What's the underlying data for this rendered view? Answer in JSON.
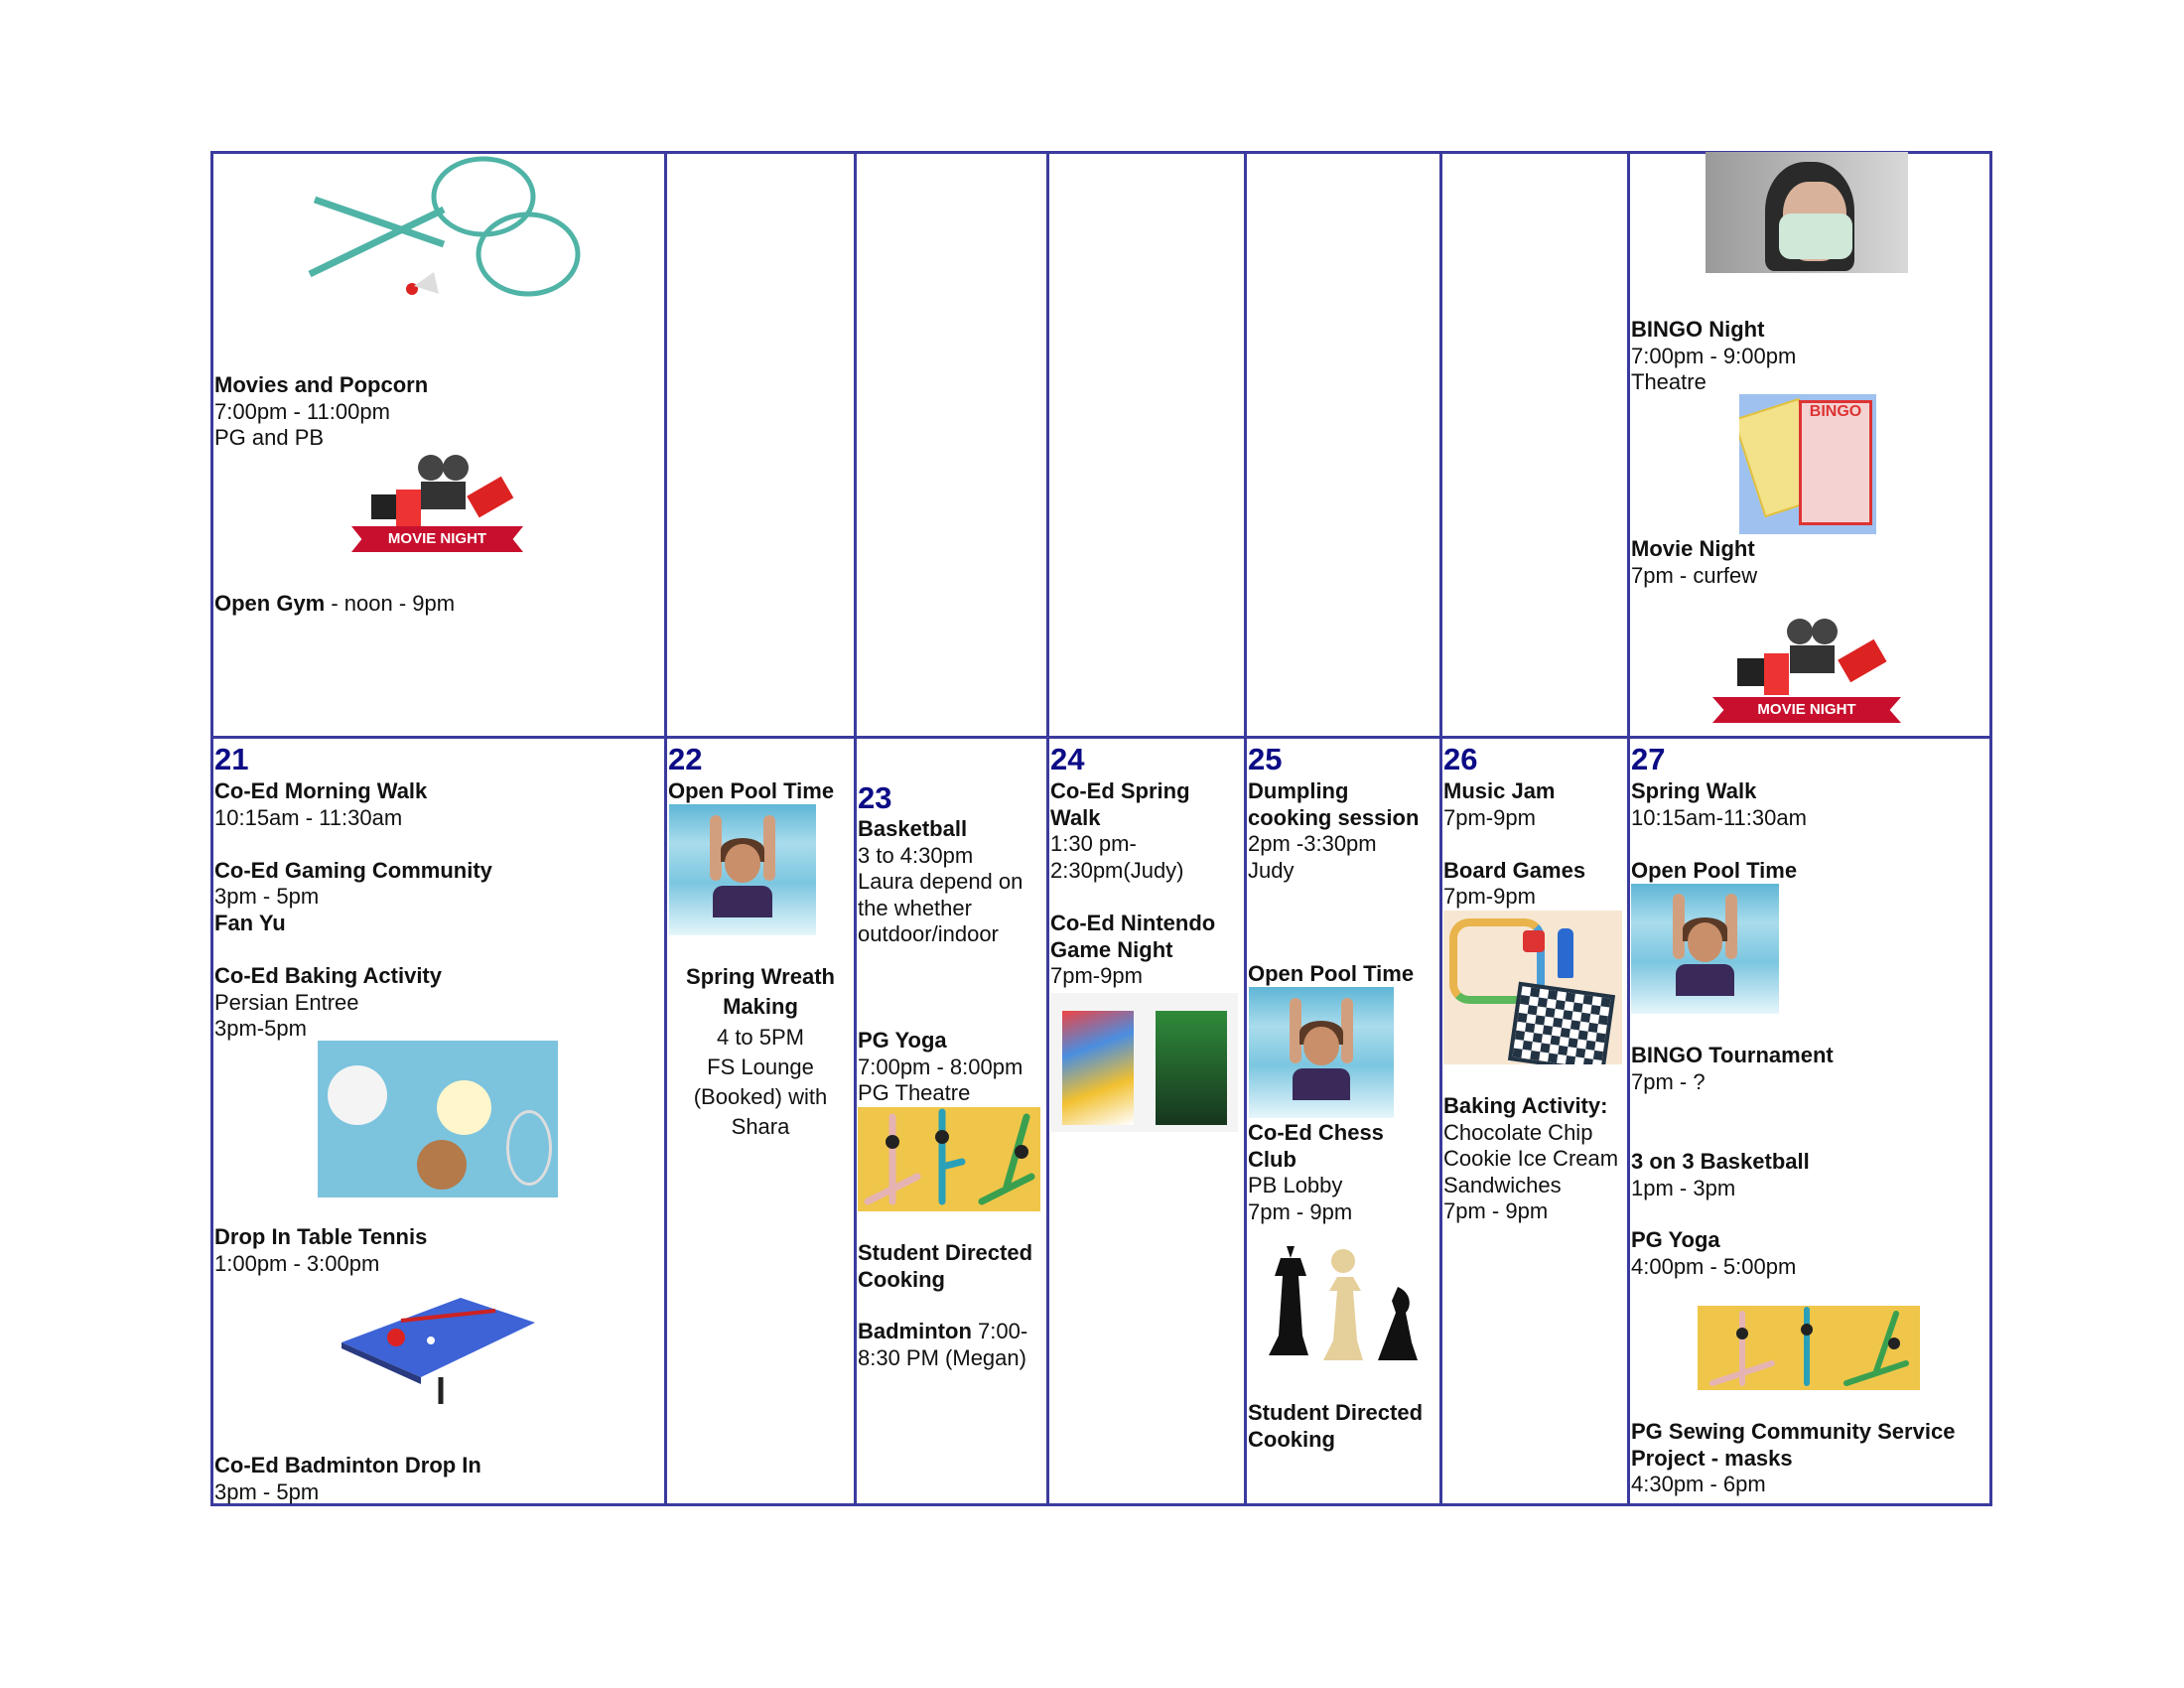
{
  "calendar": {
    "days": [
      "21",
      "22",
      "23",
      "24",
      "25",
      "26",
      "27"
    ],
    "top_first": {
      "movies": [
        {
          "bold": "Movies and Popcorn"
        },
        {
          "text": "7:00pm - 11:00pm"
        },
        {
          "text": "PG and PB"
        }
      ],
      "gym": [
        {
          "bold": "Open Gym",
          "text": " - noon - 9pm"
        }
      ],
      "movie_banner": "MOVIE NIGHT"
    },
    "top_last": {
      "bingo": [
        {
          "bold": "BINGO Night"
        },
        {
          "text": "7:00pm - 9:00pm"
        },
        {
          "text": "Theatre"
        }
      ],
      "movie": [
        {
          "bold": "Movie Night"
        },
        {
          "text": "7pm - curfew"
        }
      ],
      "bingo_card": "BINGO",
      "movie_banner": "MOVIE NIGHT"
    },
    "d21": {
      "g1": [
        {
          "bold": "Co-Ed Morning Walk"
        },
        {
          "text": "10:15am - 11:30am"
        },
        {},
        {
          "bold": "Co-Ed Gaming Community"
        },
        {
          "text": "3pm - 5pm"
        },
        {
          "bold": "Fan Yu"
        },
        {},
        {
          "bold": "Co-Ed Baking Activity"
        },
        {
          "text": "Persian Entree"
        },
        {
          "text": "3pm-5pm"
        }
      ],
      "g2": [
        {
          "bold": "Drop In Table Tennis"
        },
        {
          "text": "1:00pm - 3:00pm"
        }
      ],
      "g3": [
        {
          "bold": "Co-Ed Badminton Drop In"
        },
        {
          "text": "3pm - 5pm"
        }
      ]
    },
    "d22": {
      "g1": [
        {
          "bold": "Open Pool Time"
        }
      ],
      "g2": [
        {
          "bold": "Spring Wreath"
        },
        {
          "bold": "Making"
        },
        {
          "text": "4 to 5PM"
        },
        {
          "text": "FS Lounge"
        },
        {
          "text": "(Booked) with"
        },
        {
          "text": "Shara"
        }
      ]
    },
    "d23": {
      "g1": [
        {
          "bold": "Basketball"
        },
        {
          "text": "3 to 4:30pm"
        },
        {
          "text": "Laura depend on"
        },
        {
          "text": "the whether"
        },
        {
          "text": "outdoor/indoor"
        }
      ],
      "g2": [
        {
          "bold": "PG Yoga"
        },
        {
          "text": "7:00pm - 8:00pm"
        },
        {
          "text": "PG Theatre"
        }
      ],
      "g3": [
        {
          "bold": "Student Directed"
        },
        {
          "bold": "Cooking"
        }
      ],
      "g4": [
        {
          "bold": "Badminton",
          "text": " 7:00-"
        },
        {
          "text": "8:30 PM  (Megan)"
        }
      ]
    },
    "d24": {
      "g1": [
        {
          "bold": "Co-Ed Spring"
        },
        {
          "bold": "Walk"
        },
        {
          "text": "1:30 pm-"
        },
        {
          "text": "2:30pm(Judy)"
        },
        {},
        {
          "bold": "Co-Ed Nintendo"
        },
        {
          "bold": "Game Night"
        },
        {
          "text": "7pm-9pm"
        }
      ]
    },
    "d25": {
      "g1": [
        {
          "bold": "Dumpling"
        },
        {
          "bold": "cooking session"
        },
        {
          "text": "2pm -3:30pm"
        },
        {
          "text": "Judy"
        }
      ],
      "g2": [
        {
          "bold": "Open Pool Time"
        }
      ],
      "g3": [
        {
          "bold": "Co-Ed Chess"
        },
        {
          "bold": "Club"
        },
        {
          "text": "PB Lobby"
        },
        {
          "text": "7pm - 9pm"
        }
      ],
      "g4": [
        {
          "bold": "Student Directed"
        },
        {
          "bold": "Cooking"
        }
      ]
    },
    "d26": {
      "g1": [
        {
          "bold": "Music Jam"
        },
        {
          "text": "7pm-9pm"
        },
        {},
        {
          "bold": "Board Games"
        },
        {
          "text": "7pm-9pm"
        }
      ],
      "g2": [
        {
          "bold": "Baking Activity:"
        },
        {
          "text": "Chocolate Chip"
        },
        {
          "text": "Cookie Ice Cream"
        },
        {
          "text": "Sandwiches"
        },
        {
          "text": "7pm - 9pm"
        }
      ]
    },
    "d27": {
      "g1": [
        {
          "bold": "Spring Walk"
        },
        {
          "text": "10:15am-11:30am"
        },
        {},
        {
          "bold": "Open Pool Time"
        }
      ],
      "g2": [
        {
          "bold": "BINGO  Tournament"
        },
        {
          "text": "7pm - ?"
        }
      ],
      "g3": [
        {
          "bold": "3 on 3 Basketball"
        },
        {
          "text": "1pm - 3pm"
        }
      ],
      "g4": [
        {
          "bold": "PG Yoga"
        },
        {
          "text": "4:00pm - 5:00pm"
        }
      ],
      "g5": [
        {
          "bold": "PG Sewing Community Service"
        },
        {
          "bold": "Project - masks"
        },
        {
          "text": "4:30pm - 6pm"
        }
      ]
    }
  },
  "colors": {
    "border": "#3b3b9e",
    "day_number": "#0c0c86"
  }
}
